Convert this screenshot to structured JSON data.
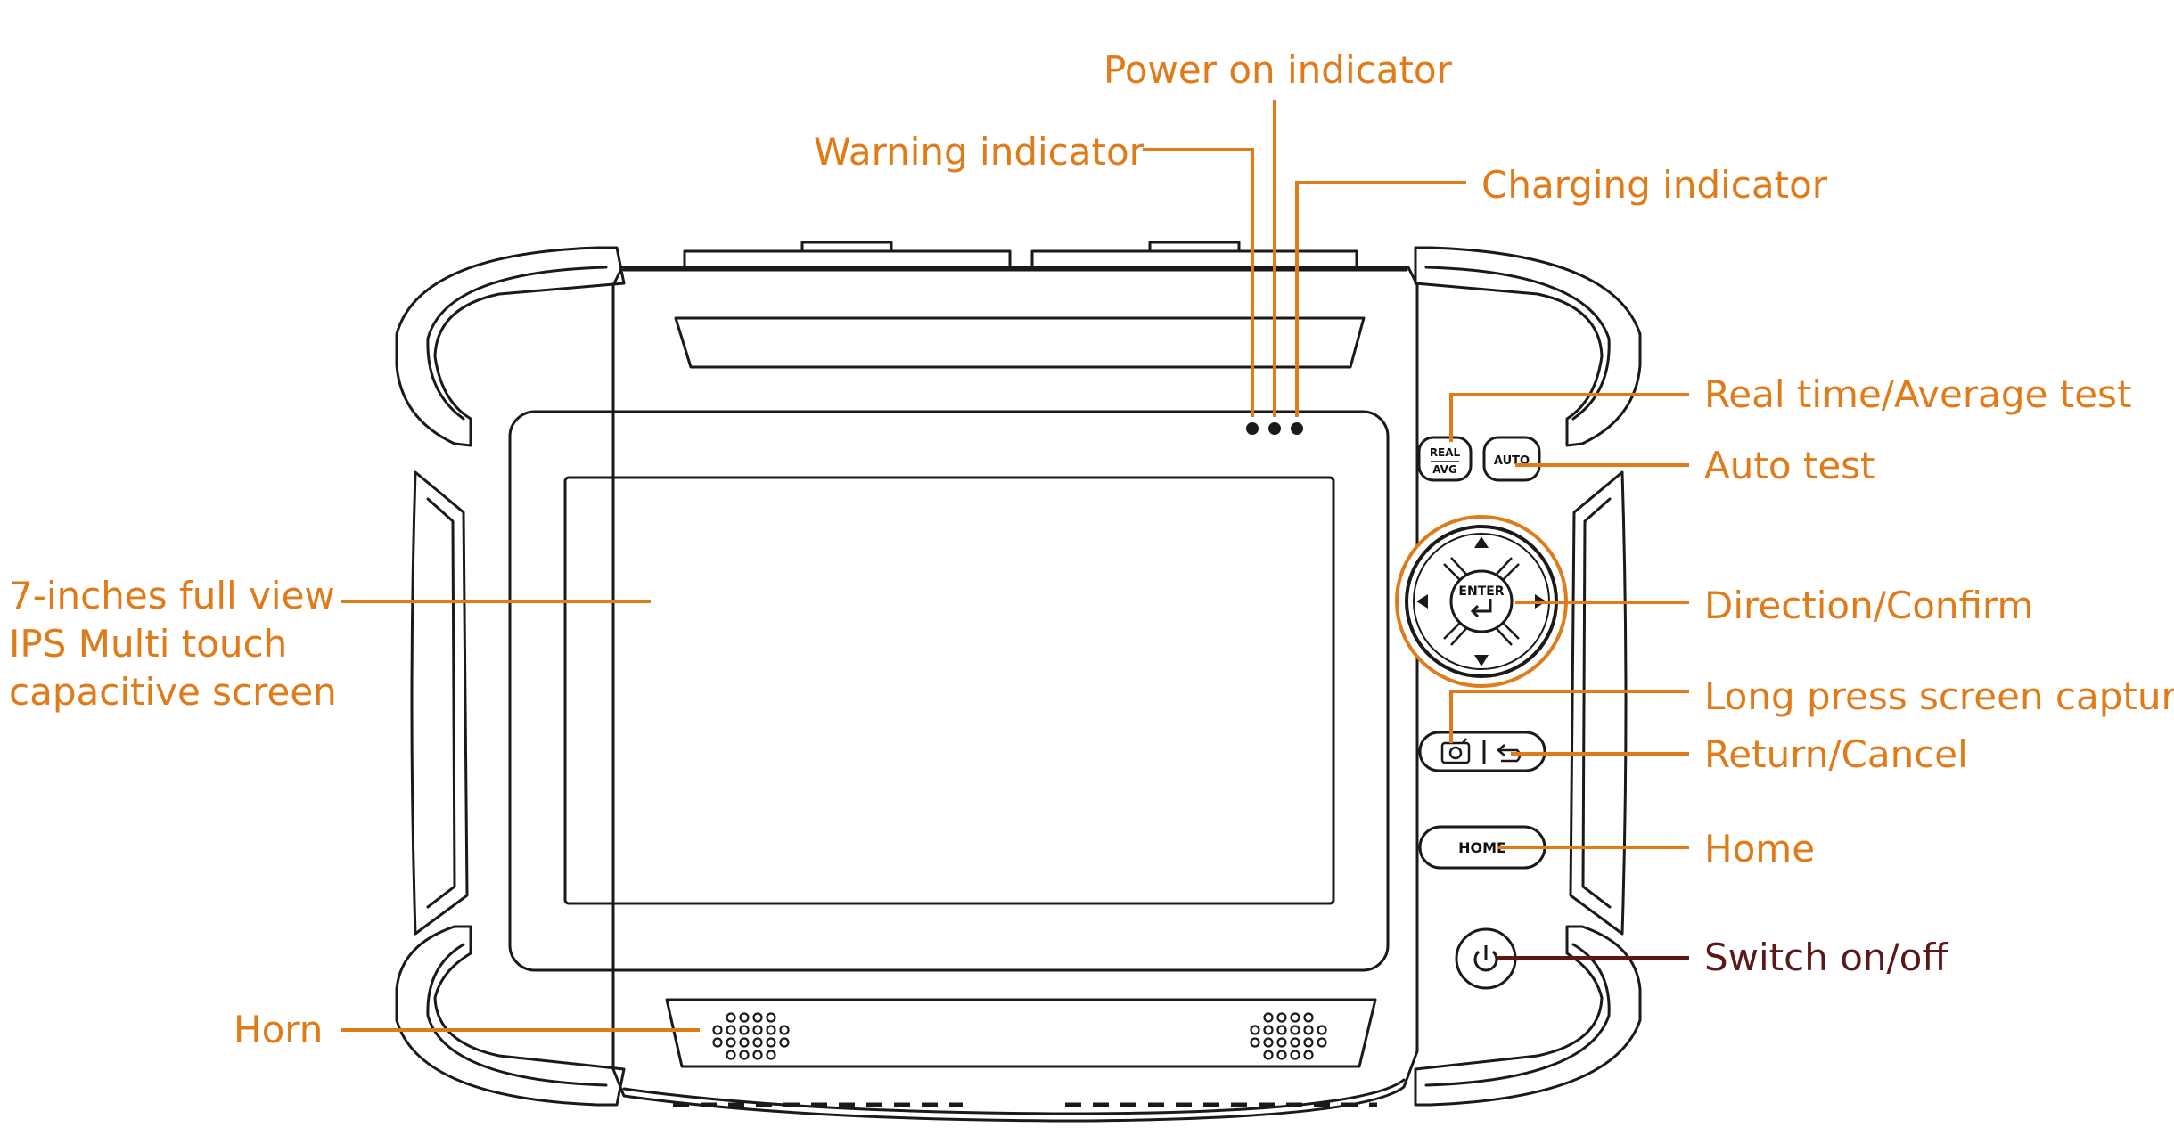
{
  "colors": {
    "callout": "#e07b1a",
    "callout_dark": "#5c1717",
    "outline": "#1a1a1a",
    "background": "#ffffff"
  },
  "labels": {
    "power": "Power on indicator",
    "warning": "Warning indicator",
    "charging": "Charging indicator",
    "real_avg": "Real time/Average test",
    "auto": "Auto test",
    "direction": "Direction/Confirm",
    "capture": "Long press screen capture",
    "return": "Return/Cancel",
    "home": "Home",
    "switch": "Switch on/off",
    "screen_line1": "7-inches full view",
    "screen_line2": "IPS Multi touch",
    "screen_line3": "capacitive screen",
    "horn": "Horn"
  },
  "device": {
    "real_label": "REAL",
    "avg_label": "AVG",
    "auto_label": "AUTO",
    "enter_label": "ENTER",
    "home_label": "HOME",
    "icons": [
      "camera-icon",
      "return-icon",
      "power-icon",
      "enter-arrow-icon",
      "arrow-up-icon",
      "arrow-down-icon",
      "arrow-left-icon",
      "arrow-right-icon"
    ]
  }
}
